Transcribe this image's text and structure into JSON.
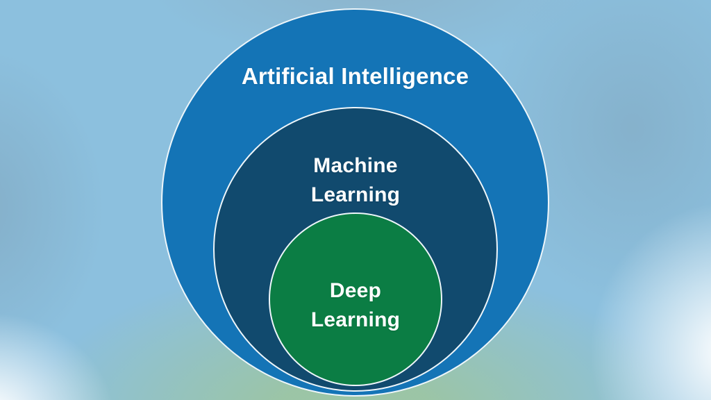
{
  "diagram": {
    "text_color": "#ffffff",
    "ring_border_color": "#eef6fa",
    "rings": [
      {
        "name": "artificial-intelligence",
        "lines": [
          "Artificial Intelligence"
        ],
        "color": "#1474b6"
      },
      {
        "name": "machine-learning",
        "lines": [
          "Machine",
          "Learning"
        ],
        "color": "#114a6e"
      },
      {
        "name": "deep-learning",
        "lines": [
          "Deep",
          "Learning"
        ],
        "color": "#0b7d44"
      }
    ],
    "background": {
      "base_color": "#8cc0de",
      "green_glow_color": "#9cc5a4",
      "white_glow_color": "#ffffff",
      "smudge_color": "#7fa3ba"
    }
  }
}
